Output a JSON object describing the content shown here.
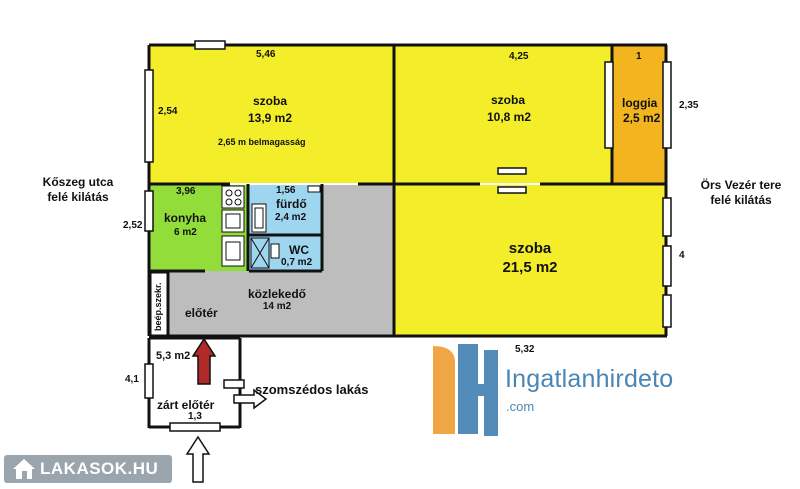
{
  "plan": {
    "rooms": [
      {
        "name": "szoba",
        "area": "13,9 m2"
      },
      {
        "name": "szoba",
        "area": "10,8 m2"
      },
      {
        "name": "loggia",
        "area": "2,5 m2"
      },
      {
        "name": "szoba",
        "area": "21,5 m2"
      },
      {
        "name": "konyha",
        "area": "6 m2"
      },
      {
        "name": "fürdő",
        "area": "2,4 m2"
      },
      {
        "name": "WC",
        "area": "0,7 m2"
      },
      {
        "name": "közlekedő",
        "area": "14 m2"
      },
      {
        "name": "előtér",
        "area": ""
      },
      {
        "name": "zárt előtér",
        "area": "5,3 m2"
      }
    ],
    "ceiling_note": "2,65 m belmagasság",
    "closet_label": "beép.szekr.",
    "dimensions": {
      "top_left": "5,46",
      "top_mid": "4,25",
      "top_right": "1",
      "left_room1": "2,54",
      "right_loggia": "2,35",
      "kitchen_width": "3,96",
      "kitchen_height": "2,52",
      "bath_width": "1,56",
      "right_big": "4",
      "bottom_big": "5,32",
      "vest_height": "4,1",
      "vest_width": "1,3"
    },
    "views": {
      "left": [
        "Kőszeg utca",
        "felé kilátás"
      ],
      "right": [
        "Örs Vezér tere",
        "felé kilátás"
      ]
    },
    "neighbour": "szomszédos lakás"
  },
  "branding": {
    "watermark_name": "Ingatlanhirdeto",
    "watermark_domain": ".com",
    "site_badge": "LAKASOK.HU"
  },
  "colors": {
    "room_yellow": "#f4ee2a",
    "loggia_orange": "#f3b51f",
    "kitchen_green": "#93dd3b",
    "bath_blue": "#9ed5ef",
    "hall_gray": "#bdbdbd",
    "arrow_red": "#b02a2a",
    "watermark_blue": "#4a86b5",
    "watermark_orange": "#f0a23a"
  }
}
